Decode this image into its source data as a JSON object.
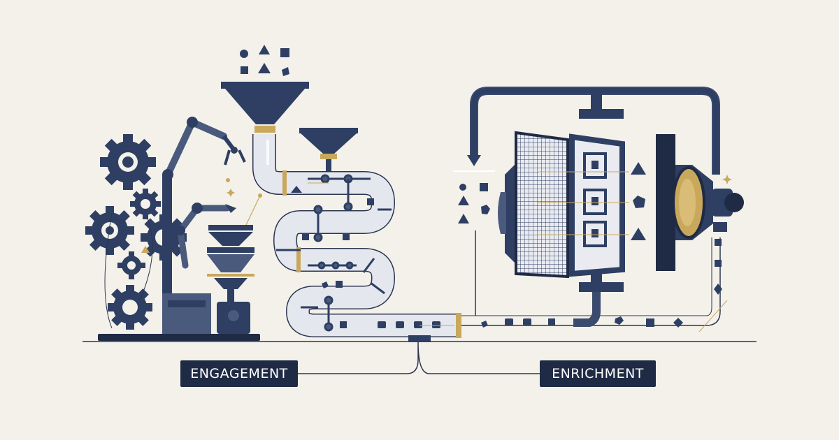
{
  "labels": {
    "left": "ENGAGEMENT",
    "right": "ENRICHMENT"
  },
  "colors": {
    "background": "#f3f1ea",
    "navy": "#2e3f63",
    "dark_navy": "#1f2a44",
    "slate": "#4a5a7d",
    "gold": "#c9a85c",
    "pipe_fill": "#e6e8ee",
    "line": "#2b3550"
  },
  "icons": {
    "machine": "robot-arm-gear-assembly",
    "funnel": "funnel-icon",
    "pipe": "conveyor-pipe",
    "processor": "mesh-filter-processor",
    "lens": "lens-emitter"
  }
}
